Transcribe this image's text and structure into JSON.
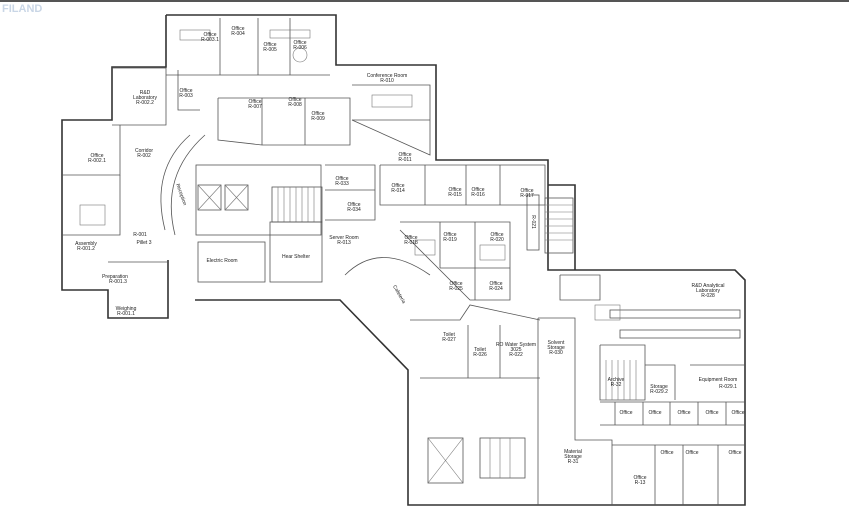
{
  "watermark": "FILAND",
  "rooms": {
    "office_003_1": [
      "Office",
      "R-003.1"
    ],
    "office_004": [
      "Office",
      "R-004"
    ],
    "office_005": [
      "Office",
      "R-005"
    ],
    "office_006": [
      "Office",
      "R-006"
    ],
    "rd_lab": [
      "R&D",
      "Laboratory",
      "R-002.2"
    ],
    "office_003": [
      "Office",
      "R-003"
    ],
    "office_007": [
      "Office",
      "R-007"
    ],
    "office_008": [
      "Office",
      "R-008"
    ],
    "office_009": [
      "Office",
      "R-009"
    ],
    "conference": [
      "Conference Room",
      "R-010"
    ],
    "office_011": [
      "Office",
      "R-011"
    ],
    "office_002_1": [
      "Office",
      "R-002.1"
    ],
    "corridor": [
      "Corridor",
      "R-002"
    ],
    "reception": "Reception",
    "office_033": [
      "Office",
      "R-033"
    ],
    "office_034": [
      "Office",
      "R-034"
    ],
    "server_room": [
      "Server Room",
      "R-013"
    ],
    "electric_room": "Electric Room",
    "shelter": "Hear Shelter",
    "pillet": [
      "R-001",
      "Pillet 3"
    ],
    "assembly": [
      "Assembly",
      "R-001.2"
    ],
    "preparation": [
      "Preparation",
      "R-001.3"
    ],
    "weighing": [
      "Weighing",
      "R-001.1"
    ],
    "office_014": [
      "Office",
      "R-014"
    ],
    "office_015": [
      "Office",
      "R-015"
    ],
    "office_016": [
      "Office",
      "R-016"
    ],
    "office_017": [
      "Office",
      "R-017"
    ],
    "r_021": "R-021",
    "office_018": [
      "Office",
      "R-018"
    ],
    "office_019": [
      "Office",
      "R-019"
    ],
    "office_020": [
      "Office",
      "R-020"
    ],
    "office_025": [
      "Office",
      "R-025"
    ],
    "office_024": [
      "Office",
      "R-024"
    ],
    "cafeteria": "Cafeteria",
    "toilet_027": [
      "Toilet",
      "R-027"
    ],
    "toilet_026": [
      "Toilet",
      "R-026"
    ],
    "ro_water": [
      "RO Water System",
      "3025",
      "R-022"
    ],
    "solvent_storage": [
      "Solvent",
      "Storage",
      "R-030"
    ],
    "material_storage": [
      "Material",
      "Storage",
      "R-31"
    ],
    "analytical_lab": [
      "R&D Analytical",
      "Laboratory",
      "R-028"
    ],
    "archive": [
      "Archive",
      "R-32"
    ],
    "storage": [
      "Storage",
      "R-029.2"
    ],
    "equipment_room": [
      "Equipment Room",
      "R-029.1"
    ],
    "office_row": [
      "Office",
      "Office",
      "Office",
      "Office",
      "Office"
    ],
    "office_bottom": [
      "Office",
      "Office",
      "Office"
    ],
    "office_13": [
      "Office",
      "R-13"
    ]
  }
}
